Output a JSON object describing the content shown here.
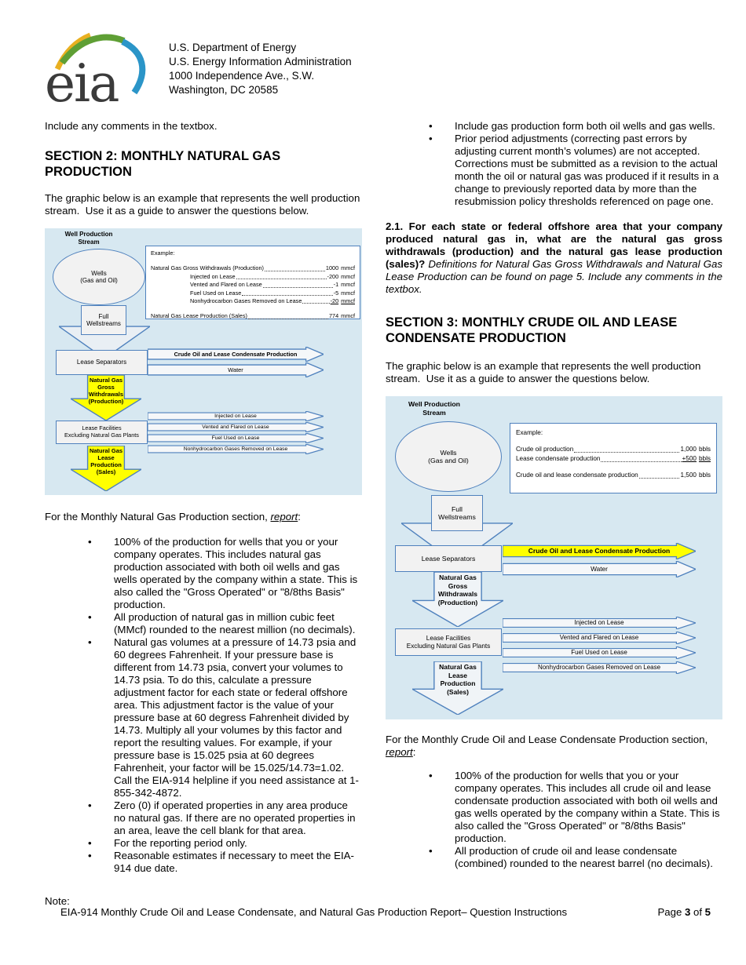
{
  "header": {
    "logo_text": "eia",
    "agency_lines": [
      "U.S. Department of Energy",
      "U.S. Energy Information Administration",
      "1000 Independence Ave., S.W.",
      "Washington, DC 20585"
    ]
  },
  "left": {
    "comments_note": "Include any comments in the textbox.",
    "section2_title": "SECTION 2: MONTHLY NATURAL GAS\nPRODUCTION",
    "section2_intro": "The graphic below is an example that represents the well production stream.  Use it as a guide to answer the questions below.",
    "report_line": {
      "lead": "For the Monthly Natural Gas Production section, ",
      "emph": "report",
      "tail": ":"
    },
    "bullets": [
      "100% of the production for wells that you or your company operates. This includes natural gas production associated with both oil wells and gas wells operated by the company within a state. This is also called the \"Gross Operated\" or \"8/8ths Basis\" production.",
      "All production of natural gas in million cubic feet (MMcf) rounded to the nearest million (no decimals).",
      "Natural gas volumes at a pressure of 14.73 psia and 60 degrees Fahrenheit. If your pressure base is different from 14.73 psia, convert your volumes to 14.73 psia. To do this, calculate a pressure adjustment factor for each state or federal offshore area. This adjustment factor is the value of your pressure base at 60 degress Fahrenheit divided by 14.73. Multiply all your volumes by this factor and report the resulting values. For example, if your pressure base is 15.025 psia at 60 degrees Fahrenheit, your factor will be 15.025/14.73=1.02. Call the EIA-914 helpline if you need assistance at 1-855-342-4872.",
      "Zero (0) if operated properties in any area produce no natural gas. If there are no operated properties in an area, leave the cell blank for that area.",
      "For the reporting period only.",
      "Reasonable estimates if necessary to meet the EIA-914 due date."
    ],
    "note_label": "Note:"
  },
  "right": {
    "bullets": [
      "Include gas production form both oil wells and gas wells.",
      "Prior period adjustments (correcting past errors by adjusting current month’s volumes) are not accepted. Corrections must be submitted as a revision to the actual month the oil or natural gas was produced if it results in a change to previously reported data by more than the resubmission policy thresholds referenced on page one."
    ],
    "q21_bold": "2.1. For each state or federal offshore area that your company produced natural gas in, what are the natural gas gross withdrawals (production) and the natural gas lease production (sales)? ",
    "q21_italic": "Definitions for Natural Gas Gross Withdrawals and Natural Gas Lease Production can be found on page 5. Include any comments in the textbox.",
    "section3_title": "SECTION 3: MONTHLY CRUDE OIL AND LEASE\nCONDENSATE PRODUCTION",
    "section3_intro": "The graphic below is an example that represents the well production stream.  Use it as a guide to answer the questions below.",
    "report_line": {
      "lead": "For the Monthly Crude Oil and Lease Condensate Production section, ",
      "emph": "report",
      "tail": ":"
    },
    "bullets2": [
      "100% of the production for wells that you or your company operates. This includes all crude oil and lease condensate production associated with both oil wells and gas wells operated by the company within a State. This is also called the \"Gross Operated\" or \"8/8ths Basis\" production.",
      "All production of crude oil and lease condensate (combined) rounded to the nearest barrel (no decimals)."
    ]
  },
  "diagram1": {
    "title": "Well Production\nStream",
    "wells": "Wells\n(Gas and Oil)",
    "full_wellstreams": "Full\nWellstreams",
    "lease_separators": "Lease Separators",
    "arrow_crude": "Crude Oil and Lease Condensate Production",
    "arrow_water": "Water",
    "gross_arrow": "Natural Gas\nGross\nWithdrawals\n(Production)",
    "lease_facilities": "Lease Facilities\nExcluding Natural Gas Plants",
    "facility_arrows": [
      "Injected on Lease",
      "Vented and Flared on Lease",
      "Fuel Used on Lease",
      "Nonhydrocarbon Gases Removed on Lease"
    ],
    "sales_arrow": "Natural Gas\nLease\nProduction\n(Sales)",
    "example": {
      "title": "Example:",
      "rows": [
        {
          "label": "Natural Gas Gross Withdrawals (Production)",
          "value": "1000",
          "unit": "mmcf"
        },
        {
          "label": "Injected on Lease",
          "value": "-200",
          "unit": "mmcf"
        },
        {
          "label": "Vented and Flared on Lease",
          "value": "-1",
          "unit": "mmcf"
        },
        {
          "label": "Fuel Used on Lease",
          "value": "-5",
          "unit": "mmcf"
        },
        {
          "label": "Nonhydrocarbon Gases Removed on Lease",
          "value": "-20",
          "unit": "mmcf"
        },
        {
          "label": "Natural Gas Lease Production (Sales)",
          "value": "774",
          "unit": "mmcf"
        }
      ]
    }
  },
  "diagram2": {
    "title": "Well Production\nStream",
    "wells": "Wells\n(Gas and Oil)",
    "full_wellstreams": "Full\nWellstreams",
    "lease_separators": "Lease Separators",
    "arrow_crude": "Crude Oil and Lease Condensate Production",
    "arrow_water": "Water",
    "gross_arrow": "Natural Gas\nGross\nWithdrawals\n(Production)",
    "lease_facilities": "Lease Facilities\nExcluding Natural Gas Plants",
    "facility_arrows": [
      "Injected on Lease",
      "Vented and Flared on Lease",
      "Fuel Used on Lease",
      "Nonhydrocarbon Gases Removed on Lease"
    ],
    "sales_arrow": "Natural Gas\nLease\nProduction\n(Sales)",
    "example": {
      "title": "Example:",
      "rows": [
        {
          "label": "Crude oil production",
          "value": "1,000",
          "unit": "bbls"
        },
        {
          "label": "Lease condensate production",
          "value": "+500",
          "unit": "bbls"
        },
        {
          "label": "Crude oil and lease condensate production",
          "value": "1,500",
          "unit": "bbls"
        }
      ]
    }
  },
  "footer": {
    "text": "EIA-914 Monthly Crude Oil and Lease Condensate, and Natural Gas Production Report– Question Instructions",
    "page_word": "Page ",
    "page_num": "3",
    "of_word": " of ",
    "page_total": "5"
  },
  "colors": {
    "diagram_bg": "#d7e8f1",
    "shape_border": "#4f81bd",
    "highlight": "#ffff00"
  }
}
